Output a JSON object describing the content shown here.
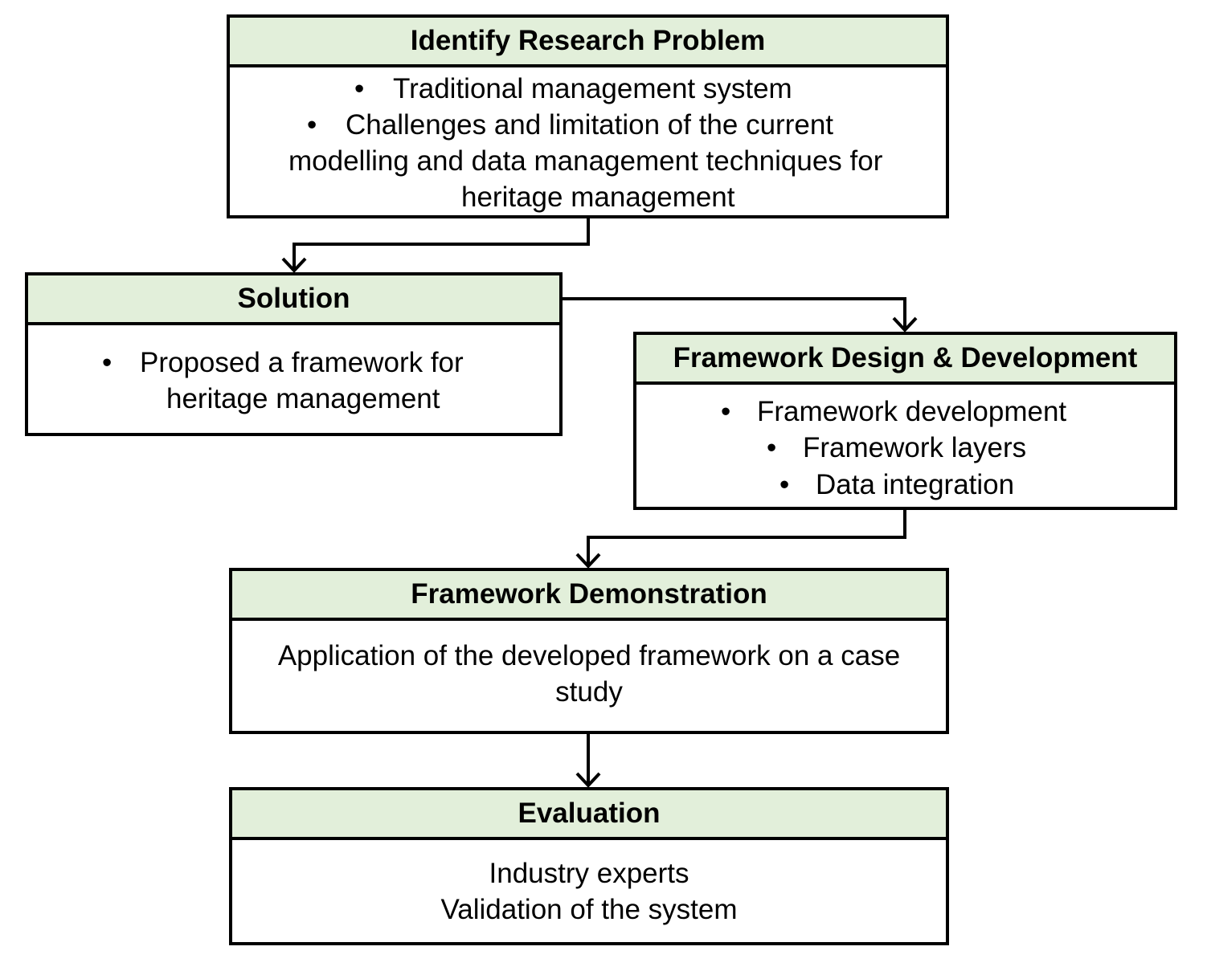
{
  "boxes": {
    "research": {
      "title": "Identify Research Problem",
      "bullet_1": "Traditional management system",
      "bullet_2_line_1": "Challenges and limitation of the current",
      "bullet_2_line_2": "modelling and data management techniques for",
      "bullet_2_line_3": "heritage management"
    },
    "solution": {
      "title": "Solution",
      "bullet_1_line_1": "Proposed a framework for",
      "bullet_1_line_2": "heritage management"
    },
    "design": {
      "title": "Framework Design & Development",
      "bullet_1": "Framework development",
      "bullet_2": "Framework layers",
      "bullet_3": "Data integration"
    },
    "demonstration": {
      "title": "Framework Demonstration",
      "line_1": "Application of the developed framework on a case",
      "line_2": "study"
    },
    "evaluation": {
      "title": "Evaluation",
      "line_1": "Industry experts",
      "line_2": "Validation of the system"
    }
  },
  "bullet_glyph": "•",
  "colors": {
    "header_fill": "#e2efda",
    "border": "#000000",
    "background": "#ffffff"
  }
}
